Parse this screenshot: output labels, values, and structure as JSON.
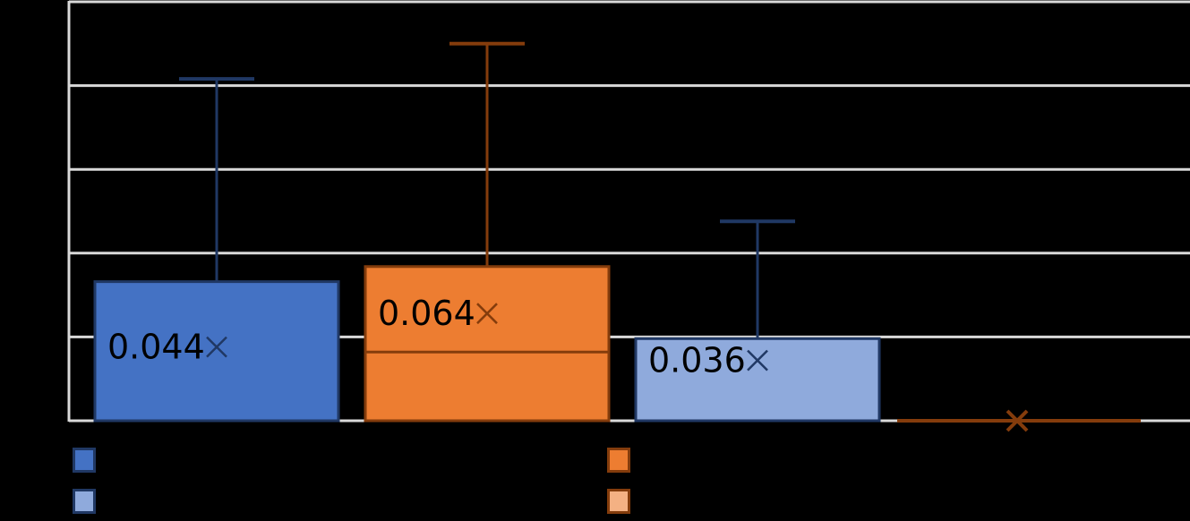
{
  "chart_data": {
    "type": "box",
    "title": "",
    "xlabel": "",
    "ylabel": "",
    "ylim": [
      0,
      0.25
    ],
    "grid": true,
    "gridline_step": 0.05,
    "legend_position": "bottom",
    "series": [
      {
        "name": "",
        "fill": "#4472C4",
        "stroke": "#203864",
        "q1": 0,
        "median": 0,
        "q3": 0.083,
        "whisker_low": 0,
        "whisker_high": 0.204,
        "mean": 0.044,
        "mean_label": "0.044"
      },
      {
        "name": "",
        "fill": "#ED7D31",
        "stroke": "#843C0C",
        "q1": 0,
        "median": 0.041,
        "q3": 0.092,
        "whisker_low": 0,
        "whisker_high": 0.225,
        "mean": 0.064,
        "mean_label": "0.064"
      },
      {
        "name": "",
        "fill": "#8FAADC",
        "stroke": "#203864",
        "q1": 0,
        "median": 0,
        "q3": 0.049,
        "whisker_low": 0,
        "whisker_high": 0.119,
        "mean": 0.036,
        "mean_label": "0.036"
      },
      {
        "name": "",
        "fill": "#F4B183",
        "stroke": "#843C0C",
        "q1": 0,
        "median": 0,
        "q3": 0,
        "whisker_low": 0,
        "whisker_high": 0,
        "mean": 0,
        "mean_label": ""
      }
    ]
  },
  "colors": {
    "background": "#000000",
    "gridline": "#D9D9D9",
    "label_text": "#000000"
  }
}
